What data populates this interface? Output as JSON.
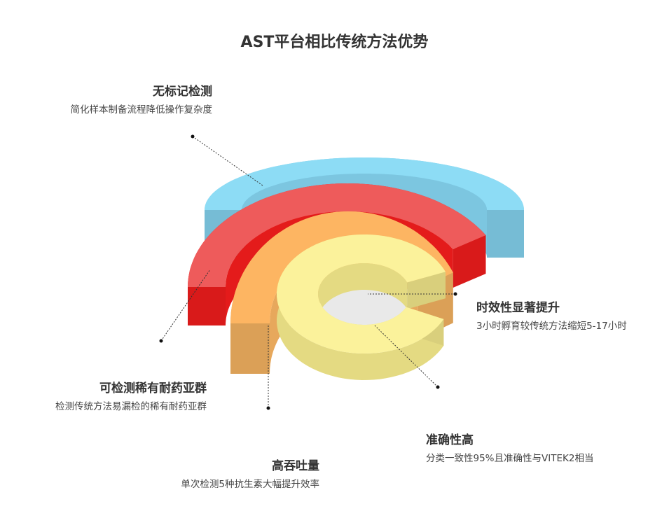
{
  "title": "AST平台相比传统方法优势",
  "labels": [
    {
      "title": "无标记检测",
      "subtitle": "简化样本制备流程降低操作复杂度"
    },
    {
      "title": "可检测稀有耐药亚群",
      "subtitle": "检测传统方法易漏检的稀有耐药亚群"
    },
    {
      "title": "高吞吐量",
      "subtitle": "单次检测5种抗生素大幅提升效率"
    },
    {
      "title": "时效性显著提升",
      "subtitle": "3小时孵育较传统方法缩短5-17小时"
    },
    {
      "title": "准确性高",
      "subtitle": "分类一致性95%且准确性与VITEK2相当"
    }
  ],
  "colors": {
    "blue_top": "#8DDCF5",
    "blue_side": "#7CC6E0",
    "red_top": "#EE5B5B",
    "red_side": "#E41B1B",
    "orange_top": "#FDB562",
    "orange_side": "#E7A85C",
    "yellow_top": "#FBF29B",
    "yellow_side": "#E4DA82",
    "hole": "#E9E9E9"
  }
}
